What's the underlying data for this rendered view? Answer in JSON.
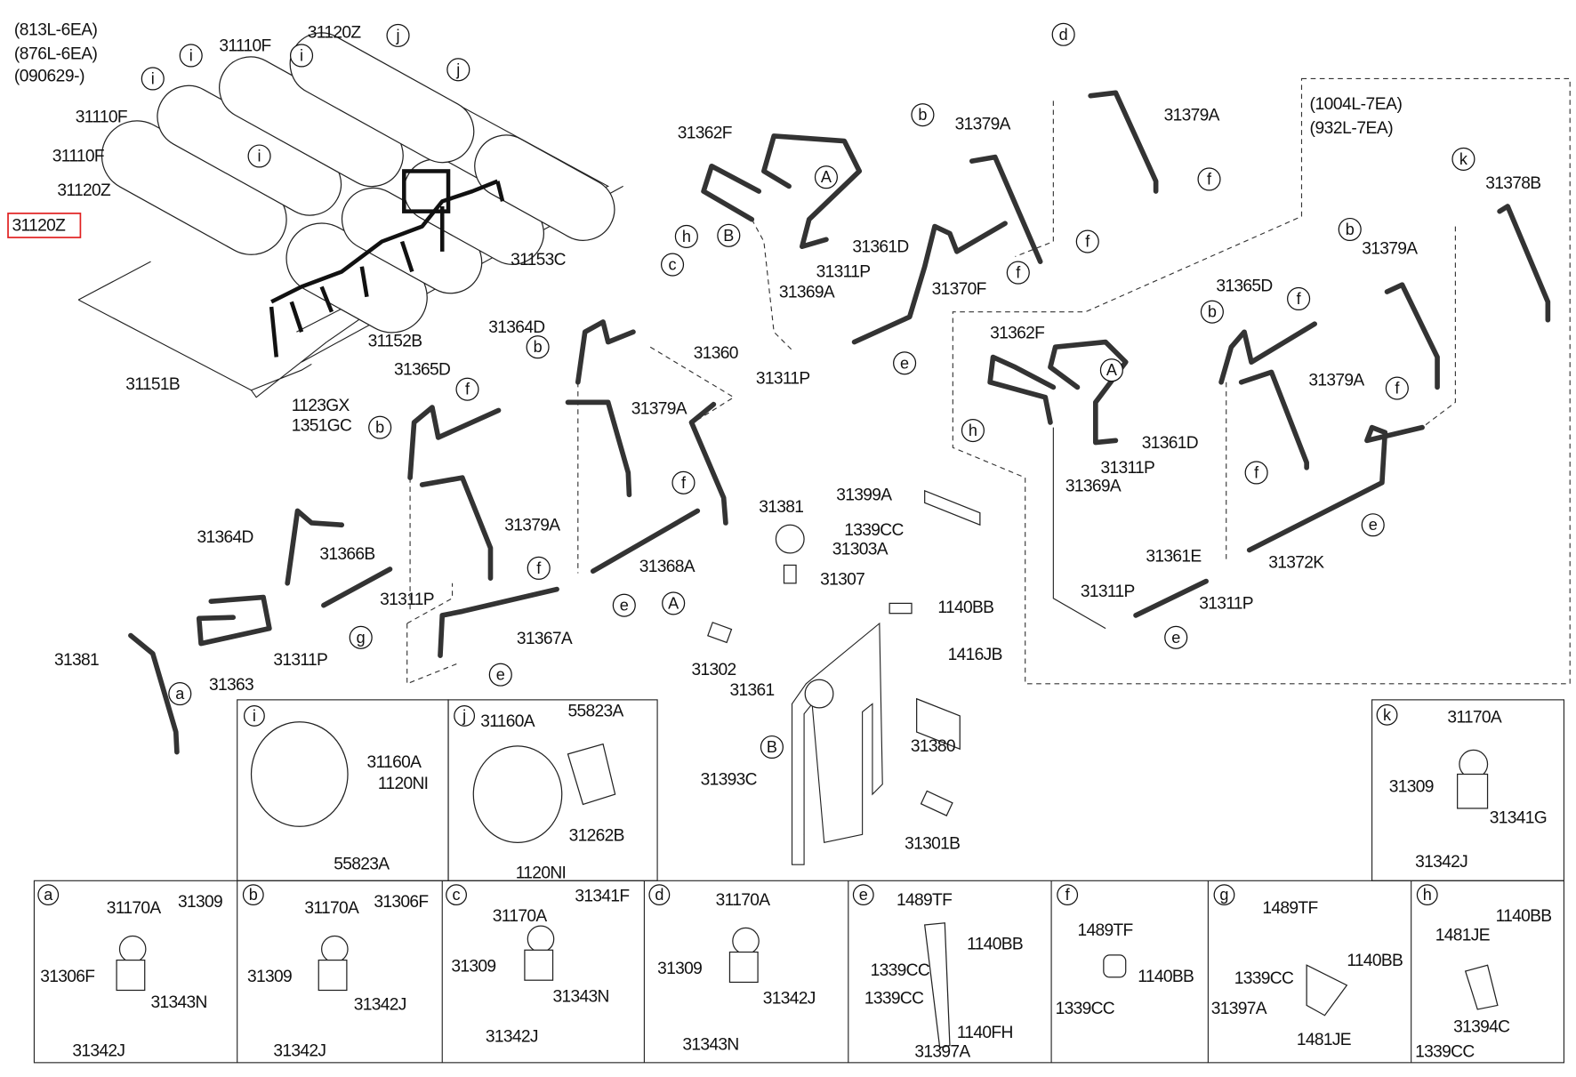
{
  "notes": {
    "top_left": [
      "(813L-6EA)",
      "(876L-6EA)",
      "(090629-)"
    ],
    "right_box": [
      "(1004L-7EA)",
      "(932L-7EA)"
    ]
  },
  "highlight": {
    "label": "31120Z",
    "color": "#e02020"
  },
  "labels": [
    "31110F",
    "31120Z",
    "31110F",
    "31110F",
    "31120Z",
    "31120Z",
    "31153C",
    "31152B",
    "31151B",
    "1123GX",
    "1351GC",
    "31362F",
    "31364D",
    "31360",
    "31365D",
    "31379A",
    "31311P",
    "31361D",
    "31311P",
    "31369A",
    "31370F",
    "31379A",
    "31379A",
    "31378B",
    "31379A",
    "31365D",
    "31362F",
    "31379A",
    "31361D",
    "31311P",
    "31369A",
    "31372K",
    "31361E",
    "31311P",
    "31311P",
    "31381",
    "31399A",
    "1339CC",
    "31303A",
    "31307",
    "31364D",
    "31366B",
    "31379A",
    "31311P",
    "31368A",
    "31367A",
    "31311P",
    "31381",
    "31363",
    "1140BB",
    "1416JB",
    "31302",
    "31361",
    "31380",
    "31393C",
    "31301B",
    "31160A",
    "1120NI",
    "55823A",
    "31160A",
    "55823A",
    "31262B",
    "1120NI",
    "31170A",
    "31309",
    "31341G",
    "31342J",
    "31170A",
    "31309",
    "31306F",
    "31343N",
    "31342J",
    "31170A",
    "31306F",
    "31309",
    "31342J",
    "31342J",
    "31170A",
    "31341F",
    "31309",
    "31343N",
    "31342J",
    "31170A",
    "31309",
    "31342J",
    "31343N",
    "1489TF",
    "1140BB",
    "1339CC",
    "1339CC",
    "1140FH",
    "31397A",
    "1489TF",
    "1140BB",
    "1339CC",
    "1489TF",
    "1140BB",
    "1339CC",
    "31397A",
    "1481JE",
    "1140BB",
    "1481JE",
    "31394C",
    "1339CC"
  ],
  "markers": [
    "i",
    "i",
    "i",
    "i",
    "j",
    "j",
    "h",
    "B",
    "c",
    "b",
    "f",
    "b",
    "A",
    "f",
    "f",
    "b",
    "d",
    "f",
    "e",
    "k",
    "b",
    "f",
    "b",
    "A",
    "f",
    "h",
    "f",
    "e",
    "e",
    "f",
    "f",
    "e",
    "e",
    "g",
    "a",
    "A",
    "B",
    "i",
    "j",
    "k",
    "a",
    "b",
    "c",
    "d",
    "e",
    "f",
    "g",
    "h"
  ]
}
